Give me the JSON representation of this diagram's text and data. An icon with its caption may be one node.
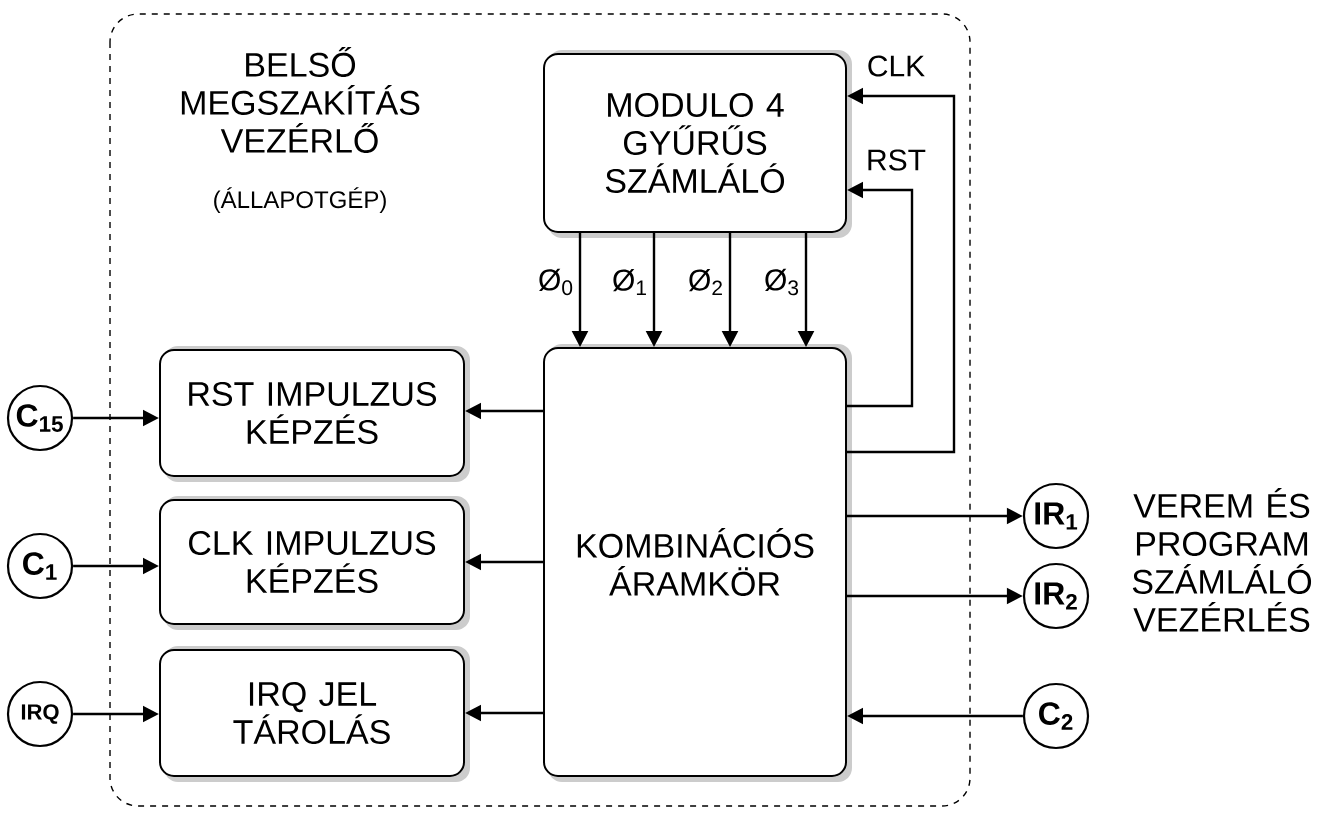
{
  "diagram": {
    "nodes": [
      {
        "text": [
          "BELSŐ MEGSZAKÍTÁS VEZÉRLŐ",
          "(ÁLLAPOTGÉP)"
        ]
      },
      {
        "text": [
          "MODULO 4 GYŰRŰS SZÁMLÁLÓ"
        ],
        "in": 0
      },
      {
        "text": [
          "RST IMPULZUS KÉPZÉS"
        ],
        "in": 0
      },
      {
        "text": [
          "CLK IMPULZUS KÉPZÉS"
        ],
        "in": 0
      },
      {
        "text": [
          "IRQ JEL TÁROLÁS"
        ],
        "in": 0
      },
      {
        "text": [
          "KOMBINÁCIÓS ÁRAMKÖR"
        ],
        "in": 0
      },
      {
        "text": [
          "C$_{15}$"
        ]
      },
      {
        "text": [
          "C$_{1}$"
        ]
      },
      {
        "text": [
          "IRQ"
        ]
      },
      {
        "text": [
          "IR$_{1}$"
        ]
      },
      {
        "text": [
          "IR$_{2}$"
        ]
      },
      {
        "text": [
          "C$_{2}$"
        ]
      }
    ],
    "edges": [
      {
        "from": 1,
        "to": 5,
        "arrow": "to",
        "label": "Ø$_{0}$"
      },
      {
        "from": 1,
        "to": 5,
        "arrow": "to",
        "label": "Ø$_{1}$"
      },
      {
        "from": 1,
        "to": 5,
        "arrow": "to",
        "label": "Ø$_{2}$"
      },
      {
        "from": 1,
        "to": 5,
        "arrow": "to",
        "label": "Ø$_{3}$"
      },
      {
        "from": 5,
        "to": 1,
        "arrow": "to",
        "label": "CLK"
      },
      {
        "from": 5,
        "to": 1,
        "arrow": "to",
        "label": "RST"
      },
      {
        "from": 5,
        "to": 2,
        "arrow": "to"
      },
      {
        "from": 5,
        "to": 3,
        "arrow": "to"
      },
      {
        "from": 5,
        "to": 4,
        "arrow": "to"
      },
      {
        "from": 6,
        "to": 2,
        "arrow": "to"
      },
      {
        "from": 7,
        "to": 3,
        "arrow": "to"
      },
      {
        "from": 8,
        "to": 4,
        "arrow": "to"
      },
      {
        "from": 5,
        "to": 9,
        "arrow": "to"
      },
      {
        "from": 5,
        "to": 10,
        "arrow": "to"
      },
      {
        "from": 11,
        "to": 5,
        "arrow": "to"
      }
    ],
    "labels": [
      "VEREM ÉS PROGRAM SZÁMLÁLÓ VEZÉRLÉS"
    ]
  }
}
